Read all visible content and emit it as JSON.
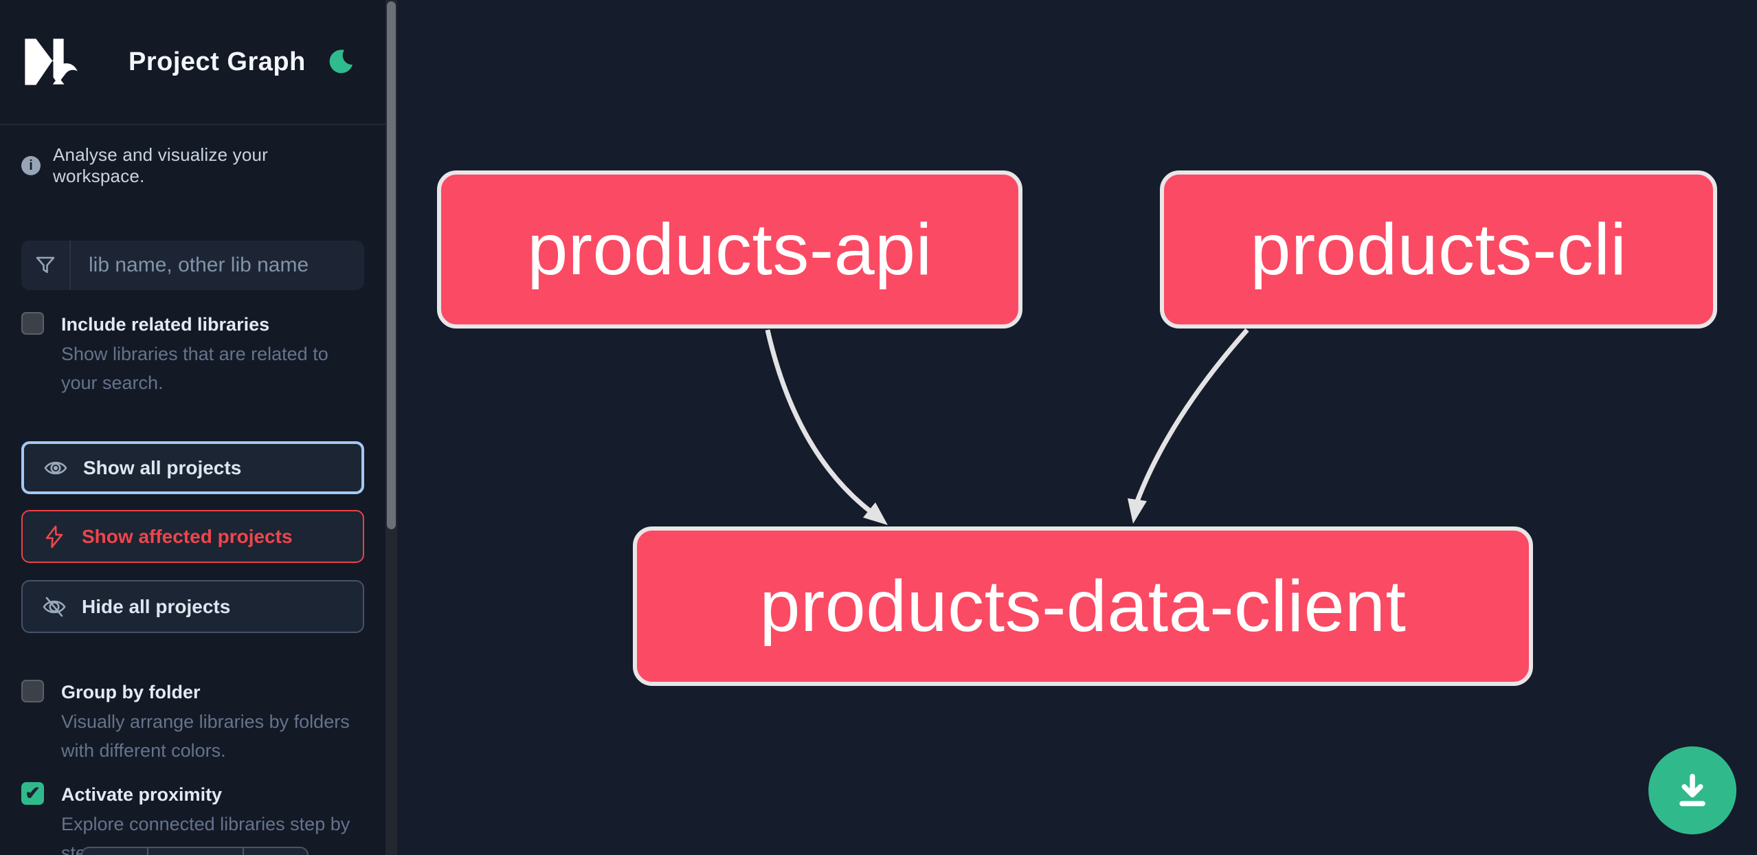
{
  "header": {
    "title": "Project Graph",
    "logo": "Nx",
    "theme_toggle_icon": "moon-icon"
  },
  "sidebar": {
    "tagline": "Analyse and visualize your workspace.",
    "search": {
      "placeholder": "lib name, other lib name",
      "value": "",
      "icon": "filter-funnel-icon"
    },
    "toggles": [
      {
        "label": "Include related libraries",
        "description": "Show libraries that are related to your search.",
        "checked": false
      },
      {
        "label": "Group by folder",
        "description": "Visually arrange libraries by folders with different colors.",
        "checked": false
      },
      {
        "label": "Activate proximity",
        "description": "Explore connected libraries step by step.",
        "checked": true
      }
    ],
    "actions": [
      {
        "label": "Show all projects",
        "icon": "eye-icon",
        "state": "selected"
      },
      {
        "label": "Show affected projects",
        "icon": "bolt-icon",
        "state": "affected"
      },
      {
        "label": "Hide all projects",
        "icon": "eye-off-icon",
        "state": "default"
      }
    ],
    "check_glyph": "✔"
  },
  "graph": {
    "nodes": [
      {
        "id": "products-api",
        "label": "products-api"
      },
      {
        "id": "products-cli",
        "label": "products-cli"
      },
      {
        "id": "products-data-client",
        "label": "products-data-client"
      }
    ],
    "edges": [
      {
        "from": "products-api",
        "to": "products-data-client"
      },
      {
        "from": "products-cli",
        "to": "products-data-client"
      }
    ]
  },
  "fab": {
    "icon": "download-icon"
  },
  "colors": {
    "sidebar_bg": "#141926",
    "graph_bg": "#151c2b",
    "node_pink": "#fb4a63",
    "node_border": "#e8e6e8",
    "edge": "#e3e3e5",
    "accent_green": "#30ba8b",
    "accent_blue": "#a3c9f4",
    "accent_red": "#ee4047"
  }
}
